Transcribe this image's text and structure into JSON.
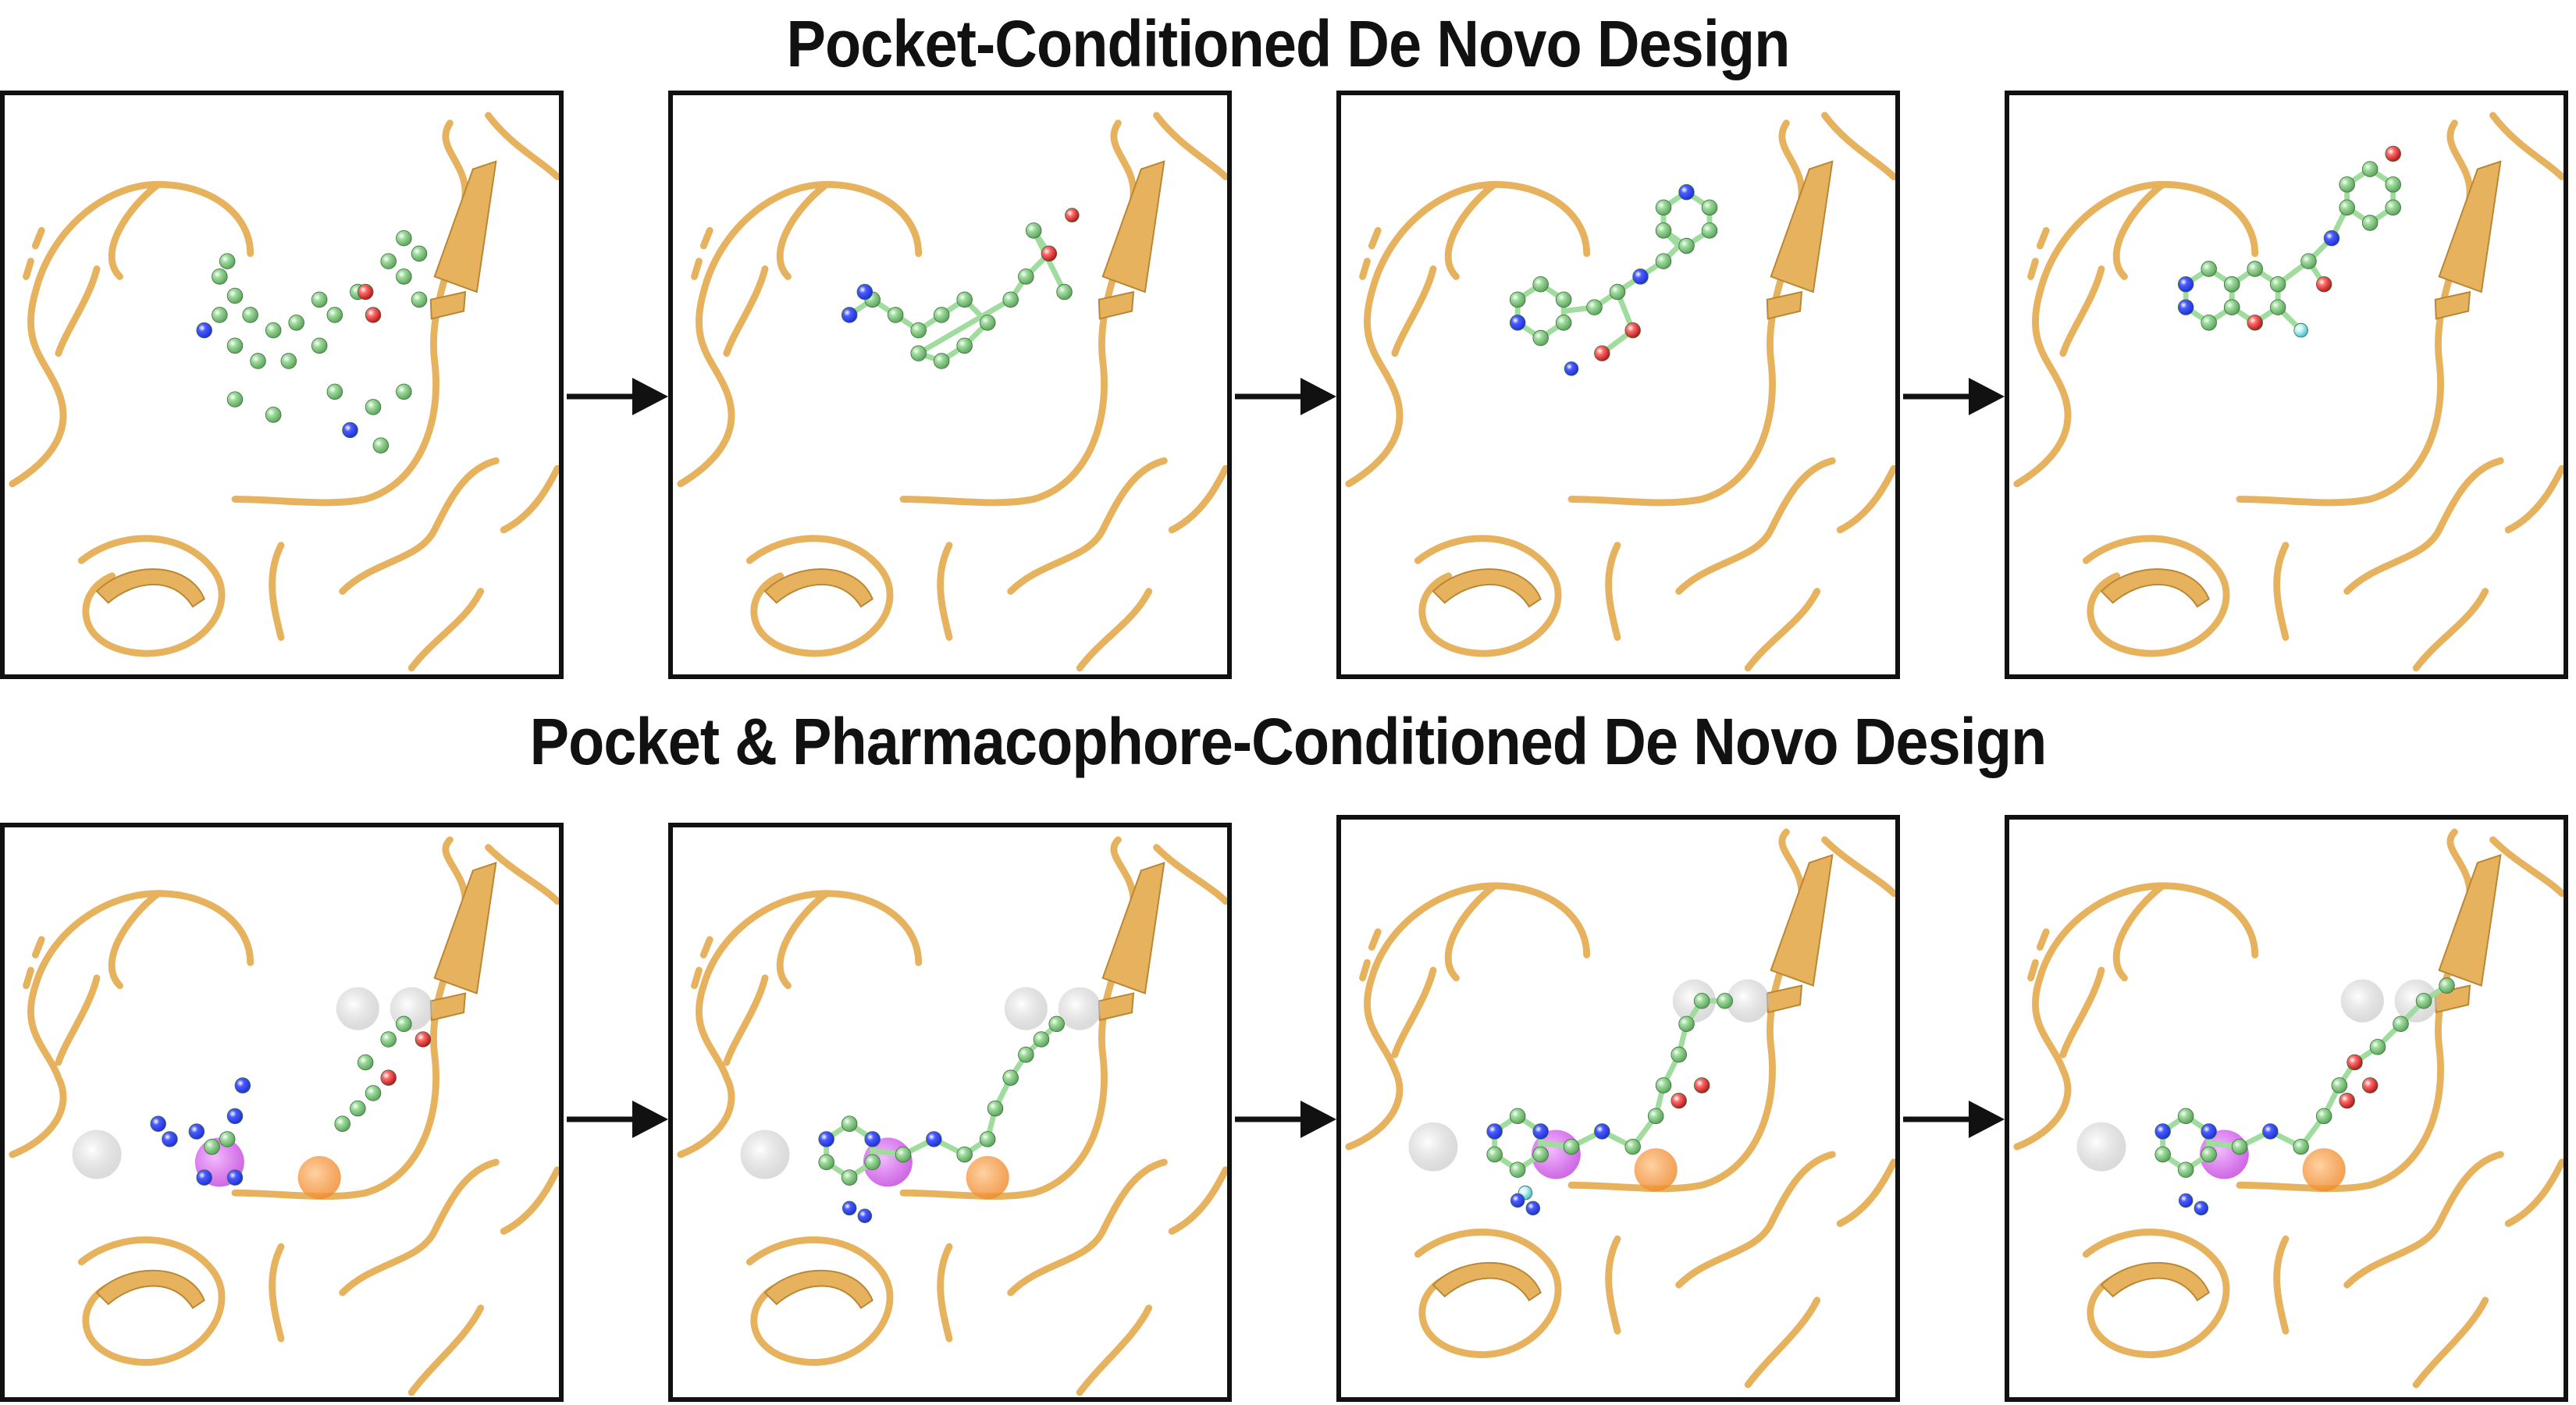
{
  "titles": {
    "top": "Pocket-Conditioned De Novo Design",
    "bottom": "Pocket & Pharmacophore-Conditioned De Novo Design"
  },
  "colors": {
    "protein": "#e6b25e",
    "protein_dark": "#b98634",
    "carbon": "#9fdc9e",
    "nitrogen": "#2233d6",
    "oxygen": "#e23030",
    "fluorine": "#8ee6f0",
    "pharmacophore_aromatic": "#c84fe0",
    "pharmacophore_hydrophobic": "#f08a2c",
    "pharmacophore_generic": "#d6d6d6",
    "frame": "#111111",
    "arrow": "#111111"
  },
  "rows": [
    {
      "name": "pocket-conditioned",
      "steps": 4
    },
    {
      "name": "pocket-pharmacophore-conditioned",
      "steps": 4
    }
  ]
}
